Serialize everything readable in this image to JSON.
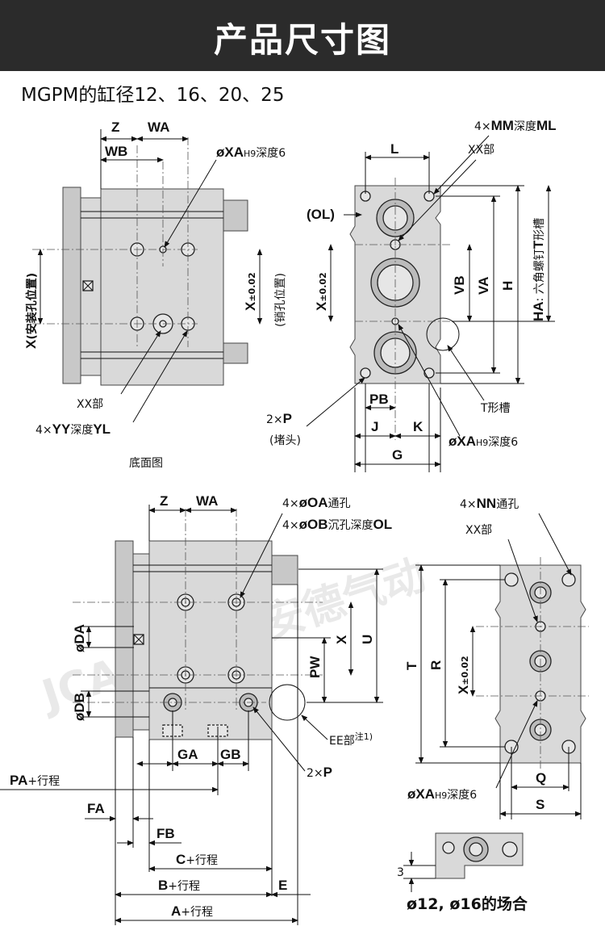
{
  "header": {
    "title": "产品尺寸图"
  },
  "subtitle": "MGPM的缸径12、16、20、25",
  "watermark": "JCANKT 杰安德气动",
  "colors": {
    "banner": "#2b2b2b",
    "body": "#d9d9d9",
    "line": "#111111"
  },
  "bottom_view": {
    "caption": "底面图",
    "labels": {
      "z": "Z",
      "wa": "WA",
      "wb": "WB",
      "xa_prefix": "øXA",
      "xa_tol": "H9",
      "xa_depth": "深度6",
      "x_install_a": "X",
      "x_install_b": "(安装孔位置)",
      "x_pin_a": "X",
      "x_pin_tol": "±0.02",
      "x_pin_b": "(销孔位置)",
      "xx_part": "XX部",
      "yy_count": "4×",
      "yy": "YY",
      "yy_depth": "深度",
      "yl": "YL"
    }
  },
  "front_view": {
    "labels": {
      "mm_count": "4×",
      "mm": "MM",
      "mm_depth": "深度",
      "ml": "ML",
      "l": "L",
      "xx_part": "XX部",
      "ol": "(OL)",
      "x_a": "X",
      "x_tol": "±0.02",
      "vb": "VB",
      "va": "VA",
      "h": "H",
      "ha_a": "HA",
      "ha_b": ": 六角螺钉",
      "ha_t": "T",
      "ha_c": "形槽",
      "pb": "PB",
      "j": "J",
      "k": "K",
      "g": "G",
      "p_count": "2×",
      "p": "P",
      "p_note": "(堵头)",
      "t_slot": "T形槽",
      "xa_prefix": "øXA",
      "xa_tol": "H9",
      "xa_depth": "深度6"
    }
  },
  "side_view": {
    "labels": {
      "z": "Z",
      "wa": "WA",
      "oa_count": "4×",
      "oa": "øOA",
      "oa_text": "通孔",
      "ob_count": "4×",
      "ob": "øOB",
      "ob_text": "沉孔深度",
      "ol": "OL",
      "da": "øDA",
      "db": "øDB",
      "pw": "PW",
      "x": "X",
      "u": "U",
      "ee": "EE部",
      "ee_note": "注1)",
      "ga": "GA",
      "gb": "GB",
      "p_count": "2×",
      "p": "P",
      "pa": "PA",
      "pa_text": "+行程",
      "fa": "FA",
      "fb": "FB",
      "c": "C",
      "c_text": "+行程",
      "b": "B",
      "b_text": "+行程",
      "e": "E",
      "a": "A",
      "a_text": "+行程"
    }
  },
  "top_view": {
    "labels": {
      "nn_count": "4×",
      "nn": "NN",
      "nn_text": "通孔",
      "xx_part": "XX部",
      "t": "T",
      "r": "R",
      "x": "X",
      "x_tol": "±0.02",
      "q": "Q",
      "s": "S",
      "xa_prefix": "øXA",
      "xa_tol": "H9",
      "xa_depth": "深度6"
    }
  },
  "detail": {
    "dim_3": "3",
    "caption": "ø12, ø16的场合"
  }
}
